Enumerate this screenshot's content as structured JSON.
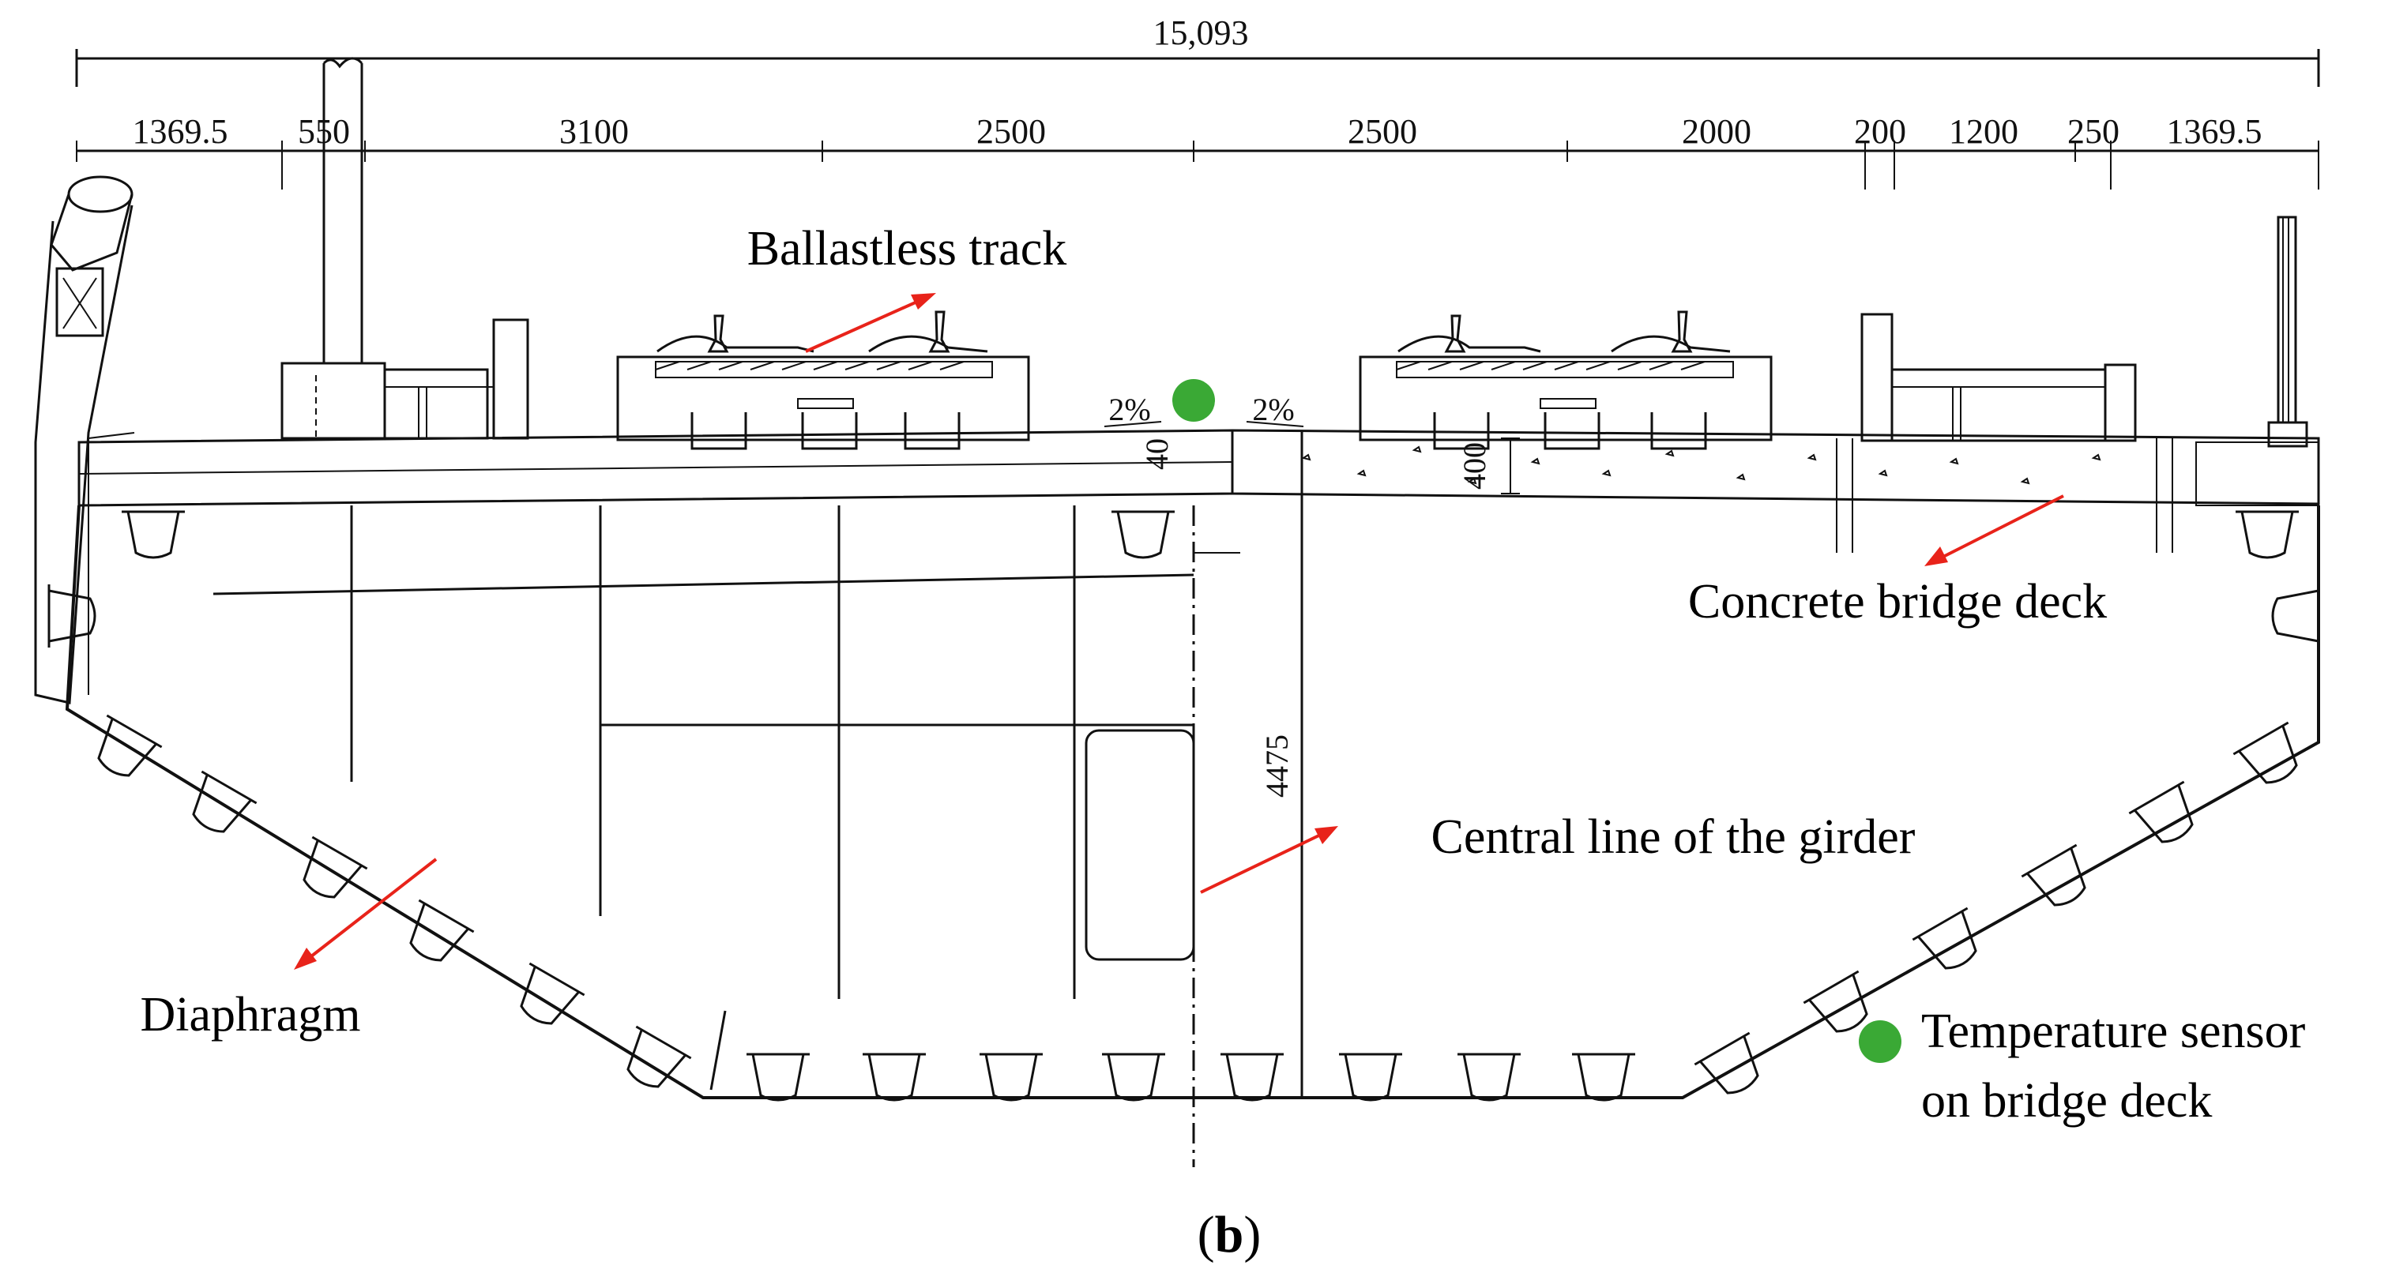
{
  "dimensions": {
    "overall": "15,093",
    "segments": [
      "1369.5",
      "550",
      "3100",
      "2500",
      "2500",
      "2000",
      "200",
      "1200",
      "250",
      "1369.5"
    ],
    "deck_thickness": "400",
    "girder_depth": "4475",
    "slope_left": "2%",
    "slope_right": "2%",
    "small_mark": "40"
  },
  "labels": {
    "ballastless_track": "Ballastless track",
    "concrete_deck": "Concrete bridge deck",
    "central_line": "Central line of the girder",
    "diaphragm": "Diaphragm",
    "sensor_line1": "Temperature sensor",
    "sensor_line2": "on bridge deck"
  },
  "caption": {
    "open": "(",
    "letter": "b",
    "close": ")"
  },
  "colors": {
    "arrow": "#e8231a",
    "sensor": "#3aa935"
  }
}
